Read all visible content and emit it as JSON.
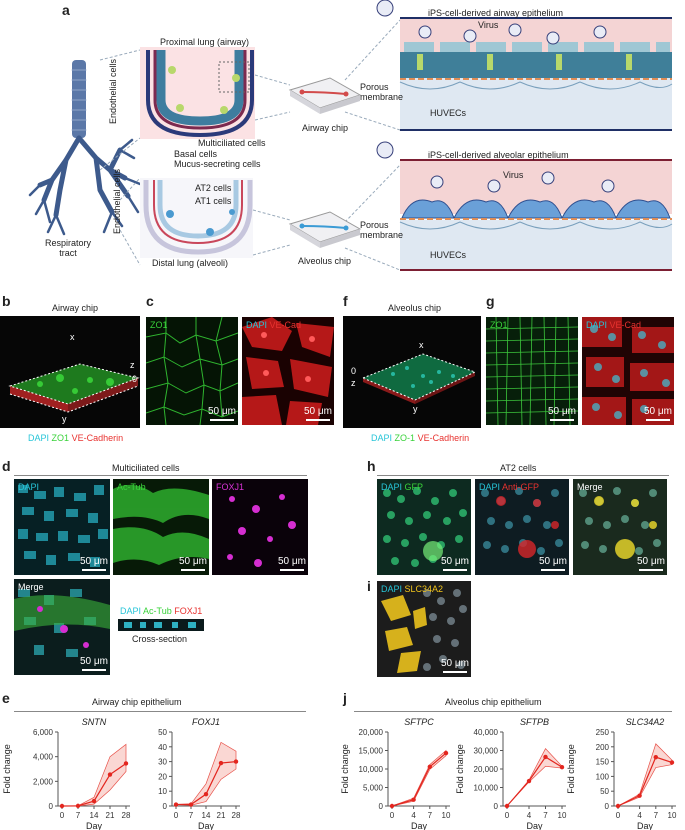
{
  "panels": {
    "a": "a",
    "b": "b",
    "c": "c",
    "d": "d",
    "e": "e",
    "f": "f",
    "g": "g",
    "h": "h",
    "i": "i",
    "j": "j"
  },
  "schematic": {
    "respiratory_tract": "Respiratory\ntract",
    "proximal": "Proximal lung (airway)",
    "distal": "Distal lung (alveoli)",
    "endothelial": "Endothelial cells",
    "multiciliated": "Multiciliated cells",
    "basal": "Basal cells",
    "mucus": "Mucus-secreting cells",
    "at2": "AT2 cells",
    "at1": "AT1 cells",
    "airway_chip": "Airway chip",
    "alveolus_chip": "Alveolus chip",
    "airway_epi": "iPS-cell-derived airway epithelium",
    "alveolar_epi": "iPS-cell-derived alveolar epithelium",
    "virus": "Virus",
    "porous": "Porous\nmembrane",
    "huvecs": "HUVECs"
  },
  "b": {
    "title": "Airway chip",
    "x": "x",
    "y": "y",
    "z": "z",
    "o": "0",
    "legend": [
      {
        "t": "DAPI",
        "c": "#27c5d8"
      },
      {
        "t": "ZO1",
        "c": "#39d23a"
      },
      {
        "t": "VE-Cadherin",
        "c": "#e8322f"
      }
    ]
  },
  "c": {
    "left_label": "ZO1",
    "right_dapi": "DAPI",
    "right_label": "VE-Cad",
    "scale": "50 μm"
  },
  "f": {
    "title": "Alveolus chip",
    "x": "x",
    "y": "y",
    "z": "z",
    "o": "0",
    "legend": [
      {
        "t": "DAPI",
        "c": "#27c5d8"
      },
      {
        "t": "ZO-1",
        "c": "#39d23a"
      },
      {
        "t": "VE-Cadherin",
        "c": "#e8322f"
      }
    ]
  },
  "g": {
    "left_label": "ZO1",
    "right_dapi": "DAPI",
    "right_label": "VE-Cad",
    "scale": "50 μm"
  },
  "d": {
    "title": "Multiciliated cells",
    "dapi": "DAPI",
    "actub": "Ac-Tub",
    "foxj1": "FOXJ1",
    "merge": "Merge",
    "cross": "Cross-section",
    "scale": "50 μm"
  },
  "h": {
    "title": "AT2 cells",
    "dapi": "DAPI",
    "gfp": "GFP",
    "antigfp": "Anti-GFP",
    "merge": "Merge",
    "scale": "50 μm"
  },
  "i": {
    "dapi": "DAPI",
    "slc": "SLC34A2",
    "scale": "50 μm"
  },
  "e": {
    "title": "Airway chip epithelium"
  },
  "j": {
    "title": "Alveolus chip epithelium"
  },
  "chart_data": [
    {
      "type": "line",
      "title": "SNTN",
      "xlabel": "Day",
      "ylabel": "Fold change",
      "x": [
        0,
        7,
        14,
        21,
        28
      ],
      "ticks_x": [
        "0",
        "7",
        "14",
        "21",
        "28"
      ],
      "values": [
        0,
        10,
        400,
        2550,
        3450
      ],
      "band_low": [
        0,
        5,
        150,
        1300,
        2800
      ],
      "band_high": [
        0,
        20,
        700,
        4000,
        5000
      ],
      "ylim": [
        0,
        6000
      ],
      "ticks_y": [
        "0",
        "2,000",
        "4,000",
        "6,000"
      ]
    },
    {
      "type": "line",
      "title": "FOXJ1",
      "xlabel": "Day",
      "ylabel": "",
      "x": [
        0,
        7,
        14,
        21,
        28
      ],
      "ticks_x": [
        "0",
        "7",
        "14",
        "21",
        "28"
      ],
      "values": [
        1,
        1,
        8,
        29,
        30
      ],
      "band_low": [
        1,
        0.5,
        3,
        18,
        25
      ],
      "band_high": [
        1,
        1.5,
        15,
        43,
        37
      ],
      "ylim": [
        0,
        50
      ],
      "ticks_y": [
        "0",
        "10",
        "20",
        "30",
        "40",
        "50"
      ]
    },
    {
      "type": "line",
      "title": "SFTPC",
      "xlabel": "Day",
      "ylabel": "Fold change",
      "x": [
        0,
        4,
        7,
        10
      ],
      "ticks_x": [
        "0",
        "4",
        "7",
        "10"
      ],
      "values": [
        0,
        1700,
        10600,
        14300
      ],
      "band_low": [
        0,
        1300,
        9900,
        13600
      ],
      "band_high": [
        0,
        2100,
        11200,
        15000
      ],
      "ylim": [
        0,
        20000
      ],
      "ticks_y": [
        "0",
        "5,000",
        "10,000",
        "15,000",
        "20,000"
      ]
    },
    {
      "type": "line",
      "title": "SFTPB",
      "xlabel": "Day",
      "ylabel": "Fold change",
      "x": [
        0,
        4,
        7,
        10
      ],
      "ticks_x": [
        "0",
        "4",
        "7",
        "10"
      ],
      "values": [
        0,
        13500,
        26500,
        21000
      ],
      "band_low": [
        0,
        13000,
        21500,
        20500
      ],
      "band_high": [
        0,
        14000,
        31000,
        21500
      ],
      "ylim": [
        0,
        40000
      ],
      "ticks_y": [
        "0",
        "10,000",
        "20,000",
        "30,000",
        "40,000"
      ]
    },
    {
      "type": "line",
      "title": "SLC34A2",
      "xlabel": "Day",
      "ylabel": "Fold change",
      "x": [
        0,
        4,
        7,
        10
      ],
      "ticks_x": [
        "0",
        "4",
        "7",
        "10"
      ],
      "values": [
        0,
        35,
        165,
        147
      ],
      "band_low": [
        0,
        30,
        130,
        140
      ],
      "band_high": [
        0,
        40,
        210,
        155
      ],
      "ylim": [
        0,
        250
      ],
      "ticks_y": [
        "0",
        "50",
        "100",
        "150",
        "200",
        "250"
      ]
    }
  ]
}
